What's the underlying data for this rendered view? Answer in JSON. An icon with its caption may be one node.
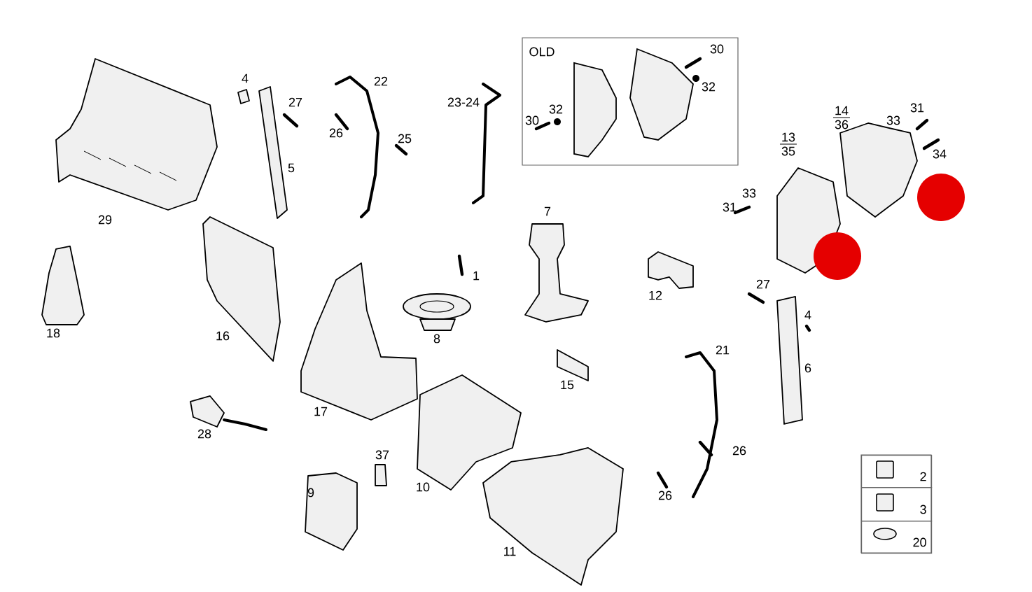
{
  "diagram": {
    "nodes": [
      {
        "text": [
          "OLD",
          "30",
          "32",
          "32",
          "30"
        ]
      },
      {
        "text": [],
        "shape": "box"
      },
      {
        "text": [
          "2"
        ],
        "in": 1
      },
      {
        "text": [
          "3"
        ],
        "in": 1
      },
      {
        "text": [
          "20"
        ],
        "in": 1
      }
    ],
    "labels": [
      "4",
      "22",
      "23-24",
      "27",
      "31",
      "14",
      "33",
      "36",
      "26",
      "13",
      "25",
      "35",
      "34",
      "5",
      "33",
      "31",
      "7",
      "29",
      "1",
      "27",
      "12",
      "4",
      "18",
      "16",
      "8",
      "21",
      "6",
      "15",
      "17",
      "28",
      "26",
      "37",
      "10",
      "9",
      "26",
      "11"
    ]
  }
}
